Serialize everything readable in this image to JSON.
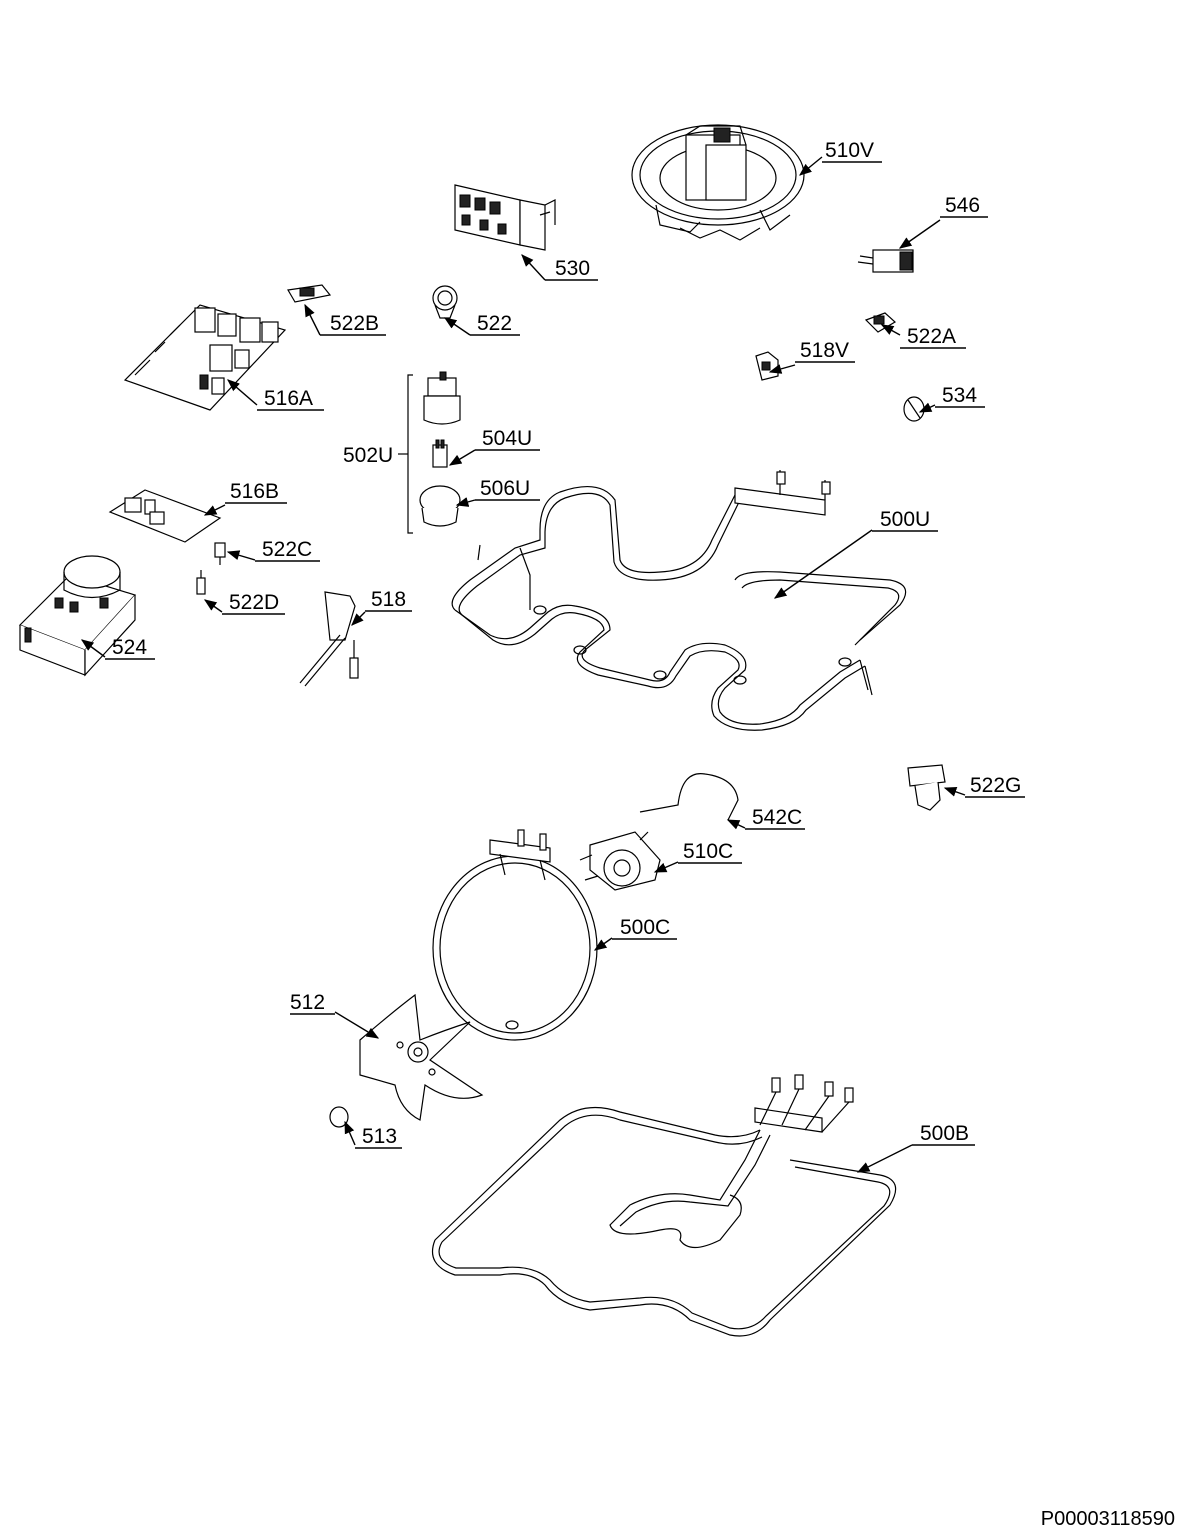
{
  "diagram": {
    "code": "P00003118590"
  },
  "parts": [
    {
      "id": "510V",
      "label": "510V"
    },
    {
      "id": "546",
      "label": "546"
    },
    {
      "id": "530",
      "label": "530"
    },
    {
      "id": "522B",
      "label": "522B"
    },
    {
      "id": "522",
      "label": "522"
    },
    {
      "id": "522A",
      "label": "522A"
    },
    {
      "id": "518V",
      "label": "518V"
    },
    {
      "id": "516A",
      "label": "516A"
    },
    {
      "id": "534",
      "label": "534"
    },
    {
      "id": "504U",
      "label": "504U"
    },
    {
      "id": "502U",
      "label": "502U"
    },
    {
      "id": "506U",
      "label": "506U"
    },
    {
      "id": "516B",
      "label": "516B"
    },
    {
      "id": "500U",
      "label": "500U"
    },
    {
      "id": "522C",
      "label": "522C"
    },
    {
      "id": "518",
      "label": "518"
    },
    {
      "id": "522D",
      "label": "522D"
    },
    {
      "id": "524",
      "label": "524"
    },
    {
      "id": "522G",
      "label": "522G"
    },
    {
      "id": "542C",
      "label": "542C"
    },
    {
      "id": "510C",
      "label": "510C"
    },
    {
      "id": "500C",
      "label": "500C"
    },
    {
      "id": "512",
      "label": "512"
    },
    {
      "id": "513",
      "label": "513"
    },
    {
      "id": "500B",
      "label": "500B"
    }
  ]
}
